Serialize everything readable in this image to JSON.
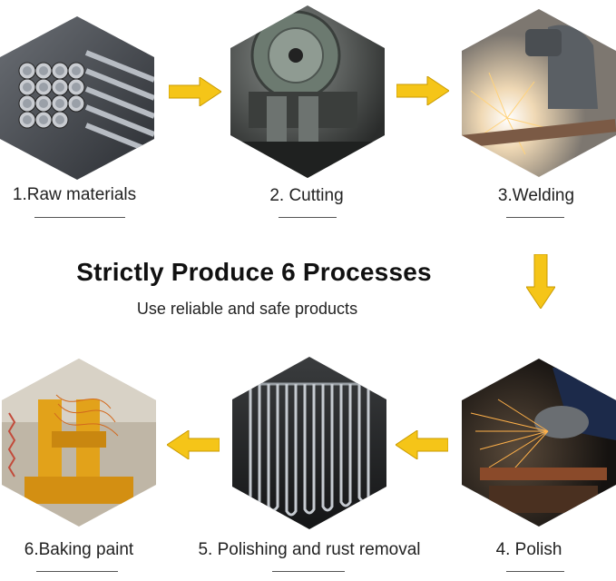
{
  "headline": {
    "title": "Strictly Produce 6 Processes",
    "subtitle": "Use reliable and safe products"
  },
  "steps": [
    {
      "label": "1.Raw materials",
      "icon": "steel-tubes-photo"
    },
    {
      "label": "2. Cutting",
      "icon": "cutting-saw-photo"
    },
    {
      "label": "3.Welding",
      "icon": "welding-photo"
    },
    {
      "label": "4. Polish",
      "icon": "grinding-sparks-photo"
    },
    {
      "label": "5. Polishing and rust removal",
      "icon": "hanging-racks-photo"
    },
    {
      "label": "6.Baking paint",
      "icon": "paint-booth-photo"
    }
  ],
  "colors": {
    "arrow_fill": "#f5c518",
    "arrow_stroke": "#c99a00",
    "text": "#222222"
  }
}
